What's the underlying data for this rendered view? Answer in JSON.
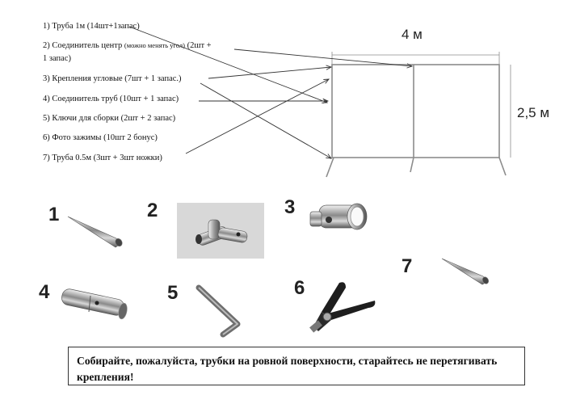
{
  "legend": [
    {
      "text": "1) Труба 1м (14шт+1запас)",
      "small": ""
    },
    {
      "text": "2) Соединитель центр ",
      "small": "(можно менять угол)",
      "tail": " (2шт +"
    },
    {
      "text": "1 запас)",
      "small": ""
    },
    {
      "text": "3) Крепления угловые (7шт + 1 запас.)",
      "small": ""
    },
    {
      "text": "4) Соединитель труб (10шт + 1 запас)",
      "small": ""
    },
    {
      "text": "5) Ключи для сборки (2шт + 2 запас)",
      "small": ""
    },
    {
      "text": "6) Фото зажимы (10шт 2 бонус)",
      "small": ""
    },
    {
      "text": "7) Труба 0.5м (3шт + 3шт ножки)",
      "small": ""
    }
  ],
  "dimensions": {
    "width": "4 м",
    "height": "2,5 м"
  },
  "parts": [
    "1",
    "2",
    "3",
    "4",
    "5",
    "6",
    "7"
  ],
  "note": "Собирайте, пожалуйста, трубки на ровной поверхности, старайтесь не перетягивать крепления!"
}
